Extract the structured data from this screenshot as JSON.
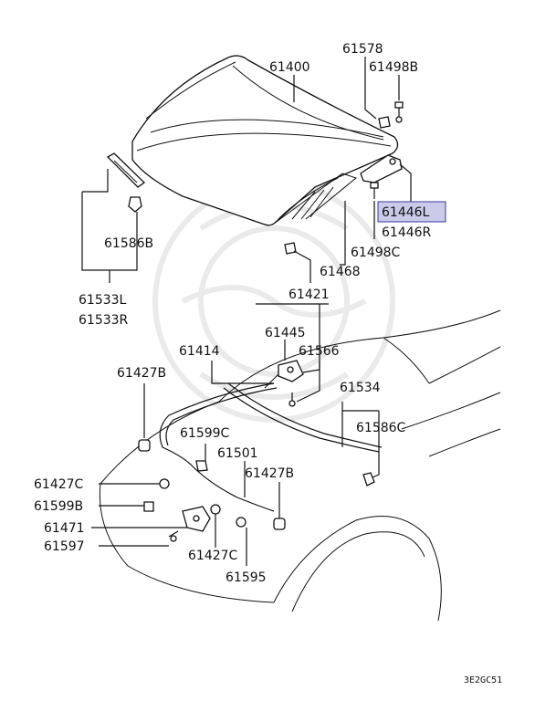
{
  "diagram": {
    "highlight_color": "#c9cbe8",
    "watermark": "Mitsubishi parts watermark",
    "parts": {
      "p61578": "61578",
      "p61498B": "61498B",
      "p61400": "61400",
      "p61446L": "61446L",
      "p61446R": "61446R",
      "p61498C": "61498C",
      "p61586B": "61586B",
      "p61468": "61468",
      "p61421": "61421",
      "p61533L": "61533L",
      "p61533R": "61533R",
      "p61445": "61445",
      "p61414": "61414",
      "p61566": "61566",
      "p61427B_top": "61427B",
      "p61534": "61534",
      "p61586C": "61586C",
      "p61599C": "61599C",
      "p61501": "61501",
      "p61427C_left": "61427C",
      "p61427B_bottom": "61427B",
      "p61599B": "61599B",
      "p61471": "61471",
      "p61597": "61597",
      "p61427C_bottom": "61427C",
      "p61595": "61595"
    },
    "diagram_code": "3E2GC51"
  }
}
